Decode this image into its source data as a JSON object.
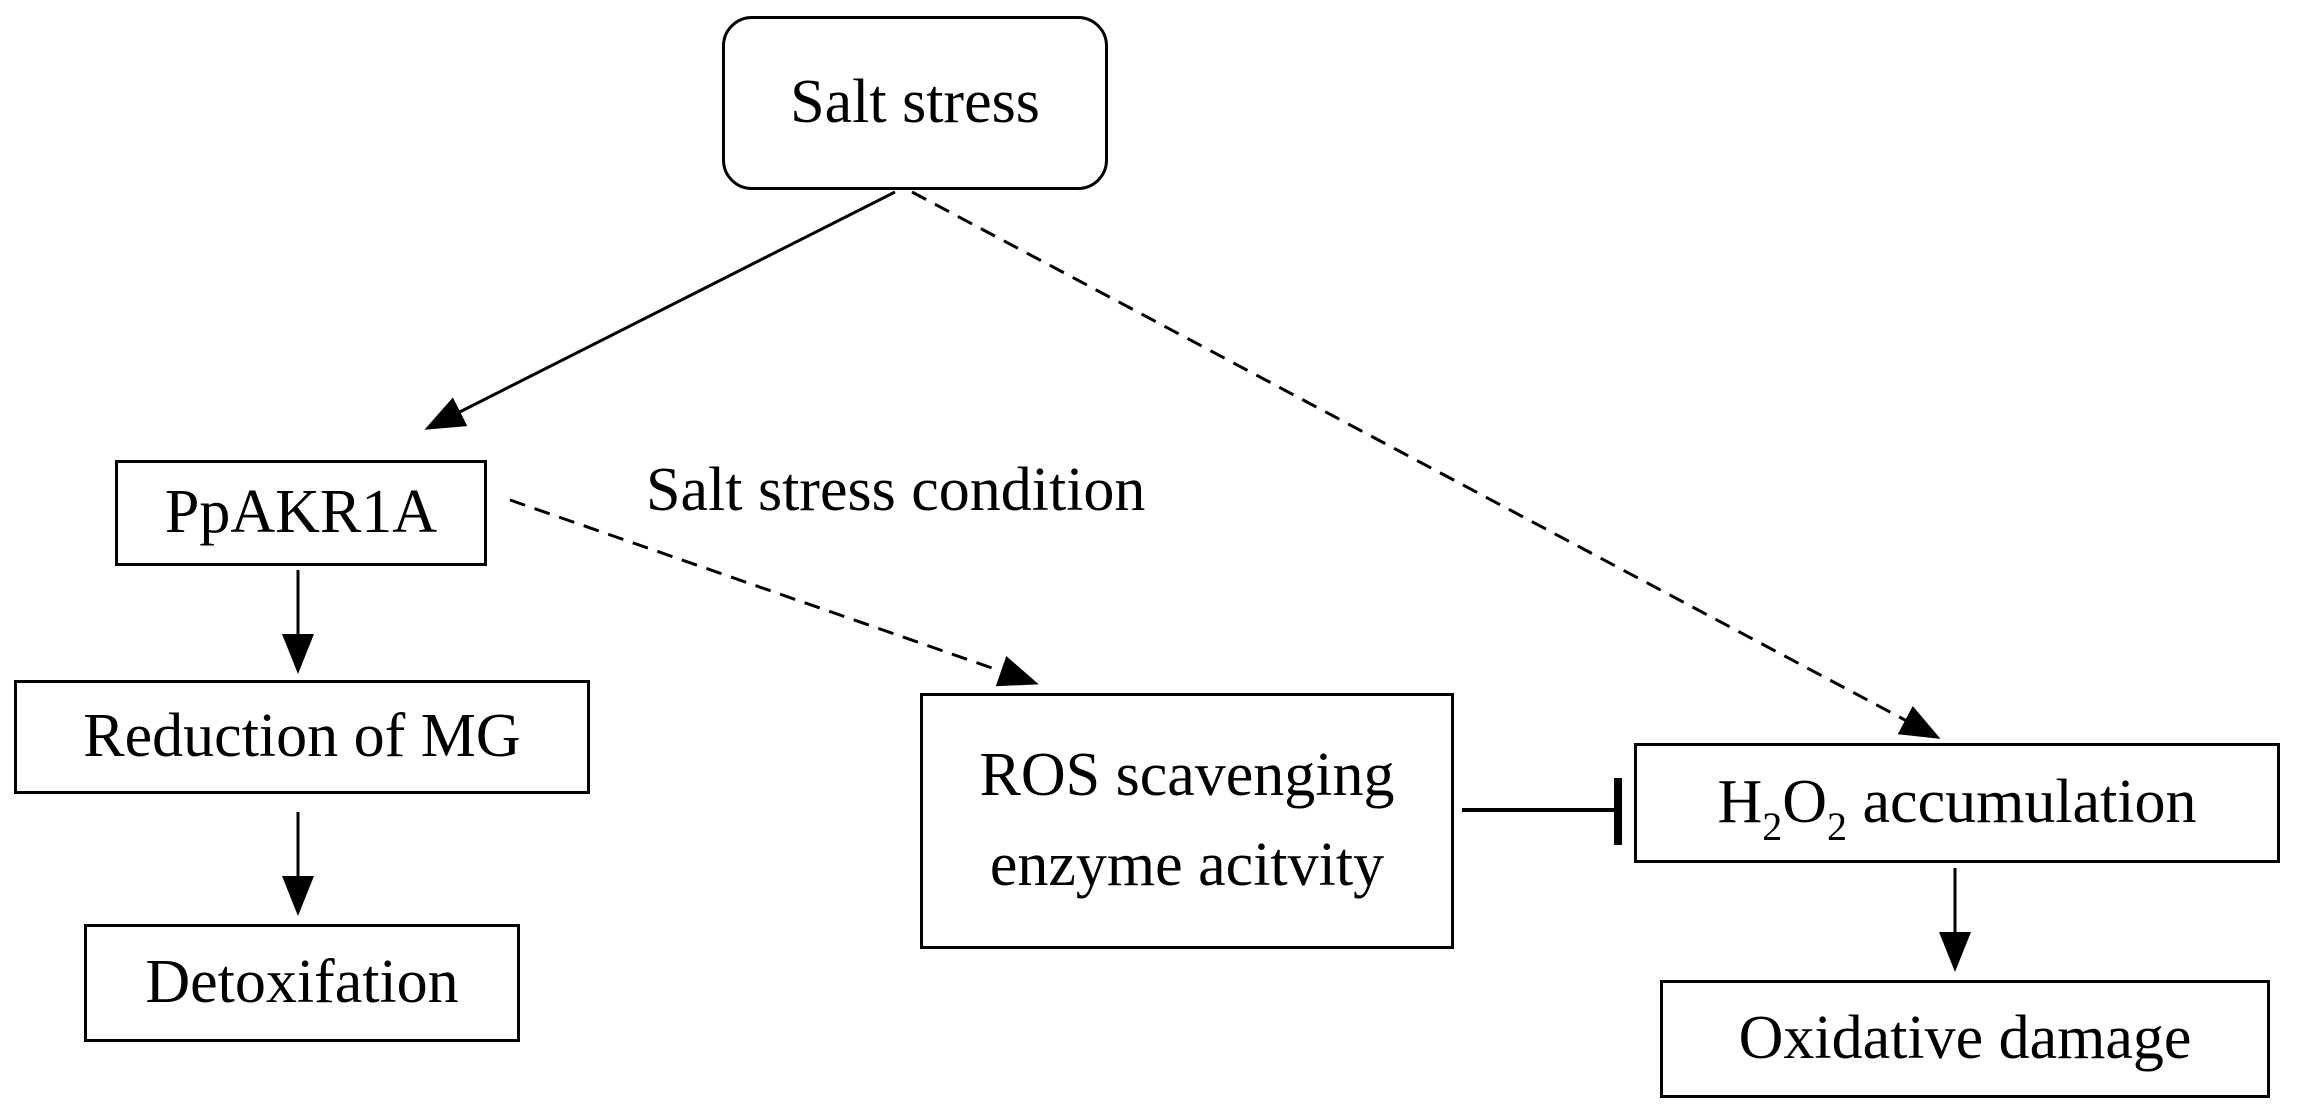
{
  "nodes": {
    "salt_stress": "Salt stress",
    "ppakr1a": "PpAKR1A",
    "reduction_mg": "Reduction of MG",
    "detoxifation": "Detoxifation",
    "ros_line1": "ROS scavenging",
    "ros_line2": "enzyme acitvity",
    "h2o2_h": "H",
    "h2o2_sub1": "2",
    "h2o2_o": "O",
    "h2o2_sub2": "2",
    "h2o2_rest": " accumulation",
    "oxidative_damage": "Oxidative damage"
  },
  "labels": {
    "condition": "Salt stress condition"
  },
  "edges": [
    {
      "from": "salt_stress",
      "to": "ppakr1a",
      "style": "solid",
      "head": "arrow"
    },
    {
      "from": "salt_stress",
      "to": "h2o2_accumulation",
      "style": "dashed",
      "head": "arrow"
    },
    {
      "from": "ppakr1a",
      "to": "ros_scavenging",
      "style": "dashed",
      "head": "arrow"
    },
    {
      "from": "ppakr1a",
      "to": "reduction_mg",
      "style": "solid",
      "head": "arrow"
    },
    {
      "from": "reduction_mg",
      "to": "detoxifation",
      "style": "solid",
      "head": "arrow"
    },
    {
      "from": "ros_scavenging",
      "to": "h2o2_accumulation",
      "style": "solid",
      "head": "inhibition"
    },
    {
      "from": "h2o2_accumulation",
      "to": "oxidative_damage",
      "style": "solid",
      "head": "arrow"
    }
  ]
}
